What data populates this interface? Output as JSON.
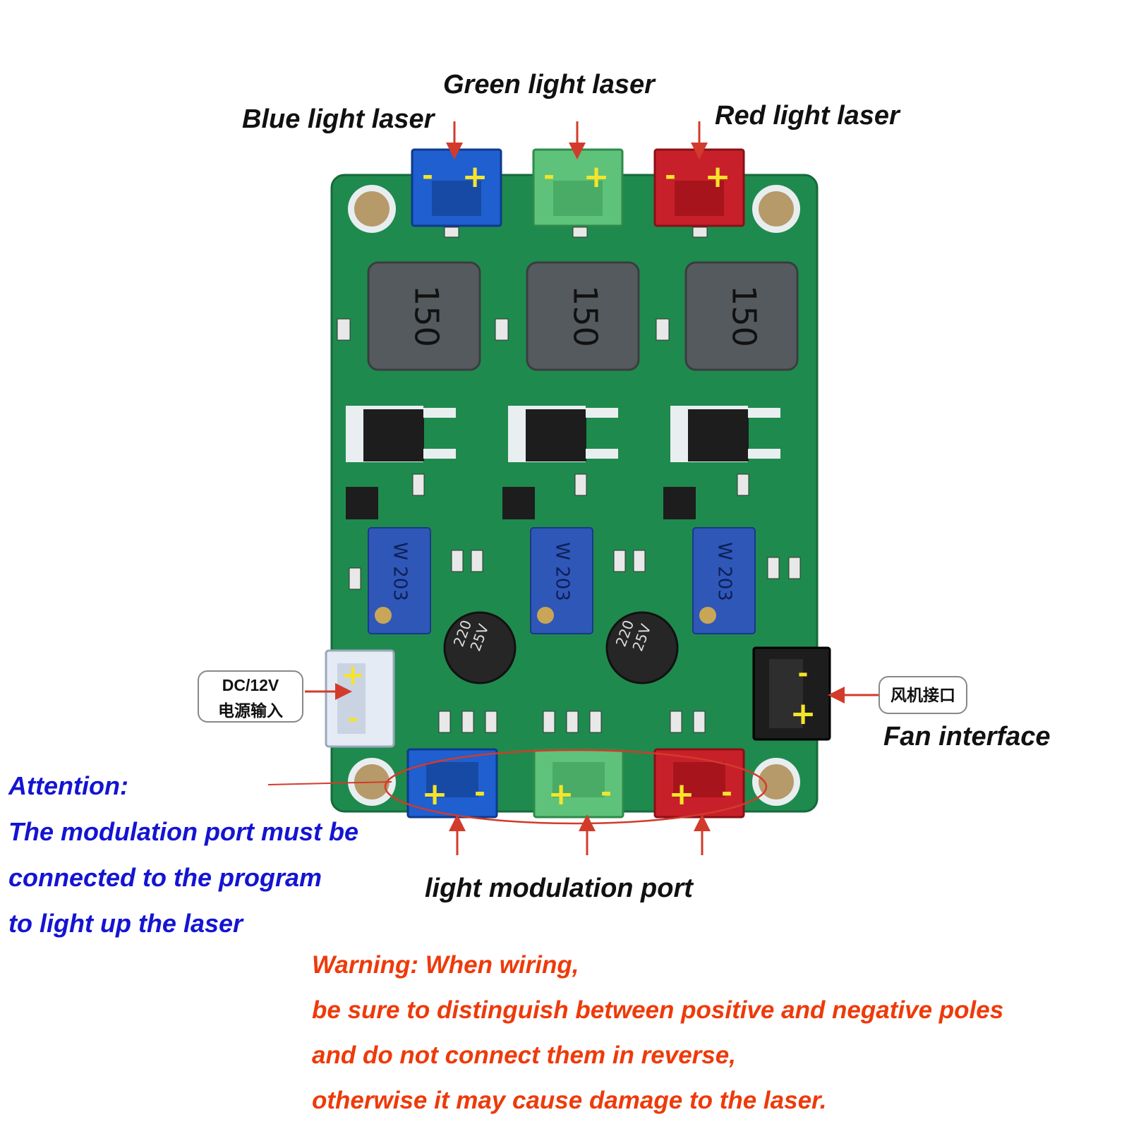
{
  "labels": {
    "green_laser": "Green light laser",
    "blue_laser": "Blue light laser",
    "red_laser": "Red light laser",
    "fan_interface": "Fan interface",
    "modulation_port": "light modulation port"
  },
  "power_input": {
    "line1": "DC/12V",
    "line2": "电源输入"
  },
  "fan_cn": "风机接口",
  "attention": {
    "title": "Attention:",
    "line1": "The modulation port must be",
    "line2": "connected to the program",
    "line3": " to light up the laser"
  },
  "warning": {
    "line1": "Warning: When wiring,",
    "line2": "be sure to distinguish between positive and negative poles",
    "line3": "and do not connect them in reverse,",
    "line4": "otherwise it may cause damage to the laser."
  },
  "board": {
    "inductor_mark": "150",
    "pot_mark": "W 203",
    "cap_mark_1": "220",
    "cap_mark_2": "25V",
    "plus_sign": "+",
    "minus_sign": "-"
  },
  "colors": {
    "pcb": "#1f8a4e",
    "connector_blue": "#1f5fd0",
    "connector_green": "#5ec27a",
    "connector_red": "#c8202a",
    "arrow": "#d23b2b",
    "label_blue": "#1414d2",
    "label_red": "#ee3a0a",
    "pole_mark": "#f5e42a"
  }
}
